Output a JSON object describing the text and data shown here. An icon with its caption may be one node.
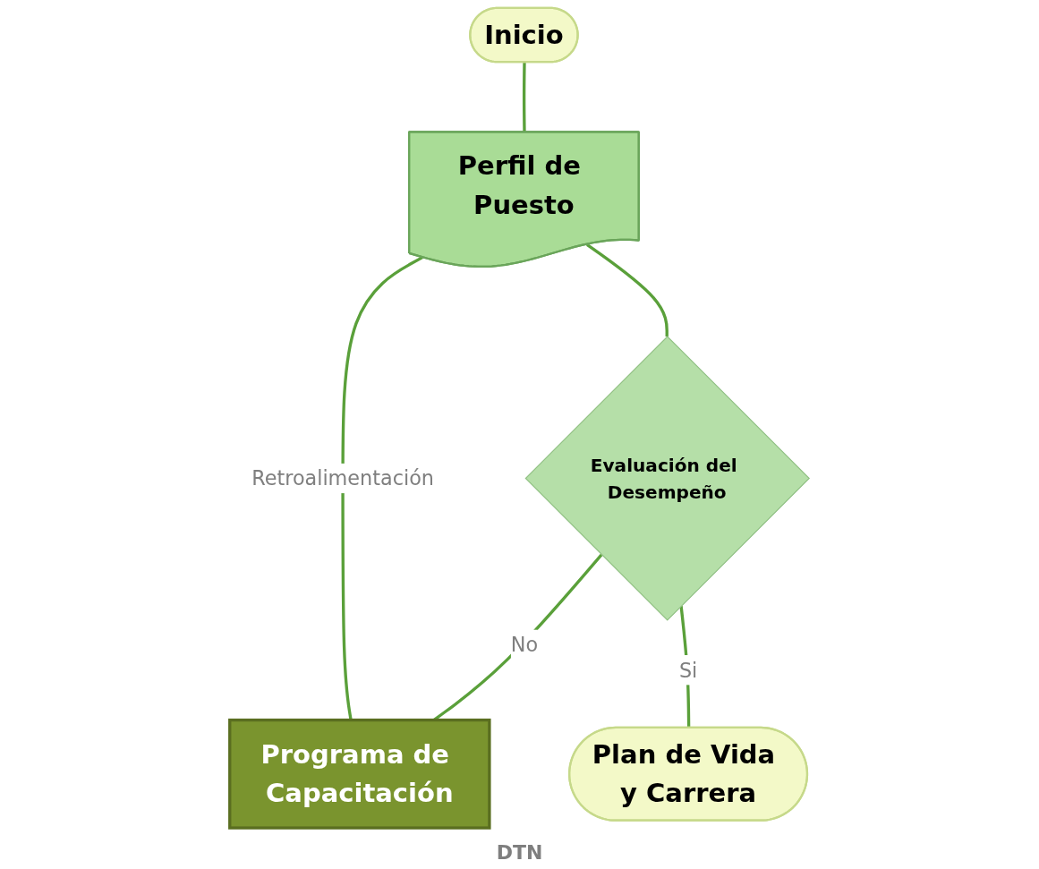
{
  "diagram": {
    "nodes": [
      {
        "text": [
          "Inicio"
        ]
      },
      {
        "text": [
          "Perfil de Puesto"
        ]
      },
      {
        "text": [
          "Evaluación del Desempeño"
        ]
      },
      {
        "text": [
          "Programa de Capacitación"
        ]
      },
      {
        "text": [
          "Plan de Vida y Carrera"
        ]
      }
    ],
    "edges": [
      {
        "from": 0,
        "to": 1,
        "arrow": "none"
      },
      {
        "from": 1,
        "to": 2,
        "arrow": "none"
      },
      {
        "from": 2,
        "to": 3,
        "arrow": "none",
        "label": "No"
      },
      {
        "from": 3,
        "to": 1,
        "arrow": "none",
        "label": "Retroalimentación"
      },
      {
        "from": 2,
        "to": 4,
        "arrow": "none",
        "label": "Si"
      }
    ],
    "labels": [
      "DTN"
    ]
  }
}
